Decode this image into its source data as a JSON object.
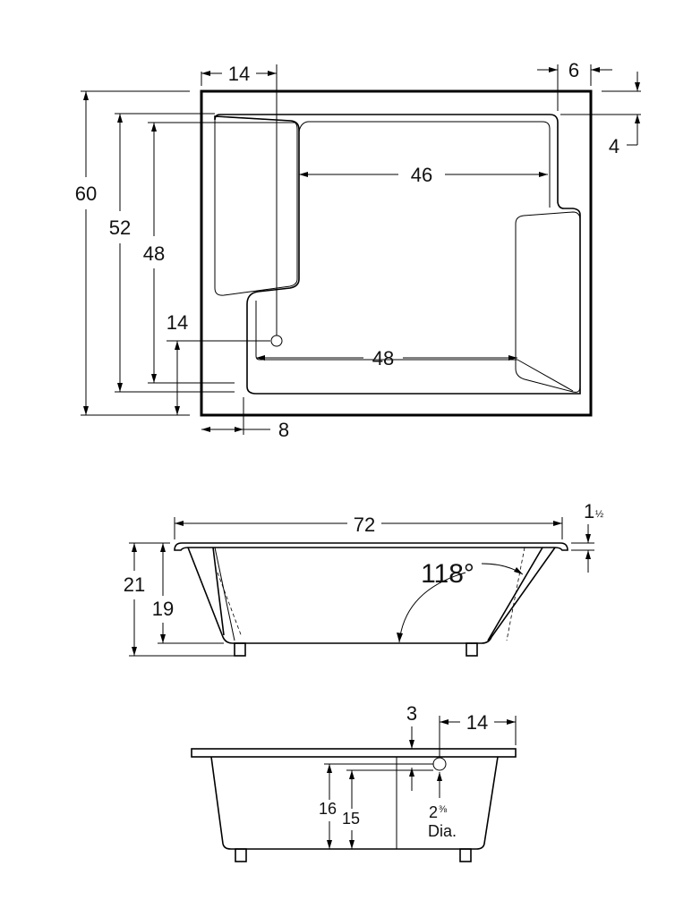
{
  "plan_view": {
    "dim_top_left": "14",
    "dim_top_right": "6",
    "dim_right_top": "4",
    "dim_overall_width_inner": "46",
    "dim_overall_height": "60",
    "dim_height_52": "52",
    "dim_height_48": "48",
    "dim_drain_height": "14",
    "dim_floor_length": "48",
    "dim_bottom_left": "8"
  },
  "side_view": {
    "dim_length": "72",
    "dim_rim_whole": "1",
    "dim_rim_frac": "½",
    "dim_height_21": "21",
    "dim_height_19": "19",
    "angle_label": "118°"
  },
  "end_view": {
    "dim_rim": "3",
    "dim_drain_offset": "14",
    "dim_height_16": "16",
    "dim_height_15": "15",
    "drain_size_whole": "2",
    "drain_size_frac": "⅜",
    "drain_dia_label": "Dia."
  }
}
